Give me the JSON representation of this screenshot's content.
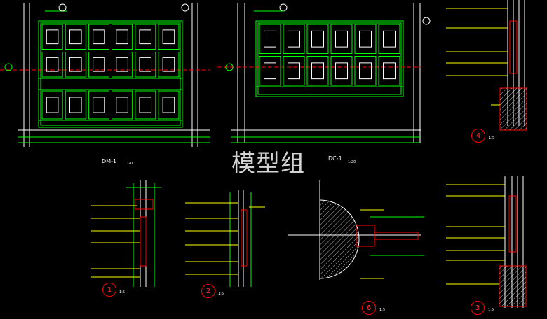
{
  "watermark": "模型组",
  "views": {
    "dm1": {
      "label": "DM-1",
      "scale": "1:20"
    },
    "dc1": {
      "label": "DC-1",
      "scale": "1:20"
    }
  },
  "details": [
    {
      "num": "1",
      "scale": "1:5"
    },
    {
      "num": "2",
      "scale": "1:5"
    },
    {
      "num": "3",
      "scale": "1:5"
    },
    {
      "num": "4",
      "scale": "1:5"
    },
    {
      "num": "6",
      "scale": "1:5"
    }
  ],
  "colors": {
    "frame": "#00ff00",
    "dim": "#00ff00",
    "panel": "#ffffff",
    "leader": "#ffff00",
    "red": "#ff0000",
    "hatch": "#ffffff"
  }
}
